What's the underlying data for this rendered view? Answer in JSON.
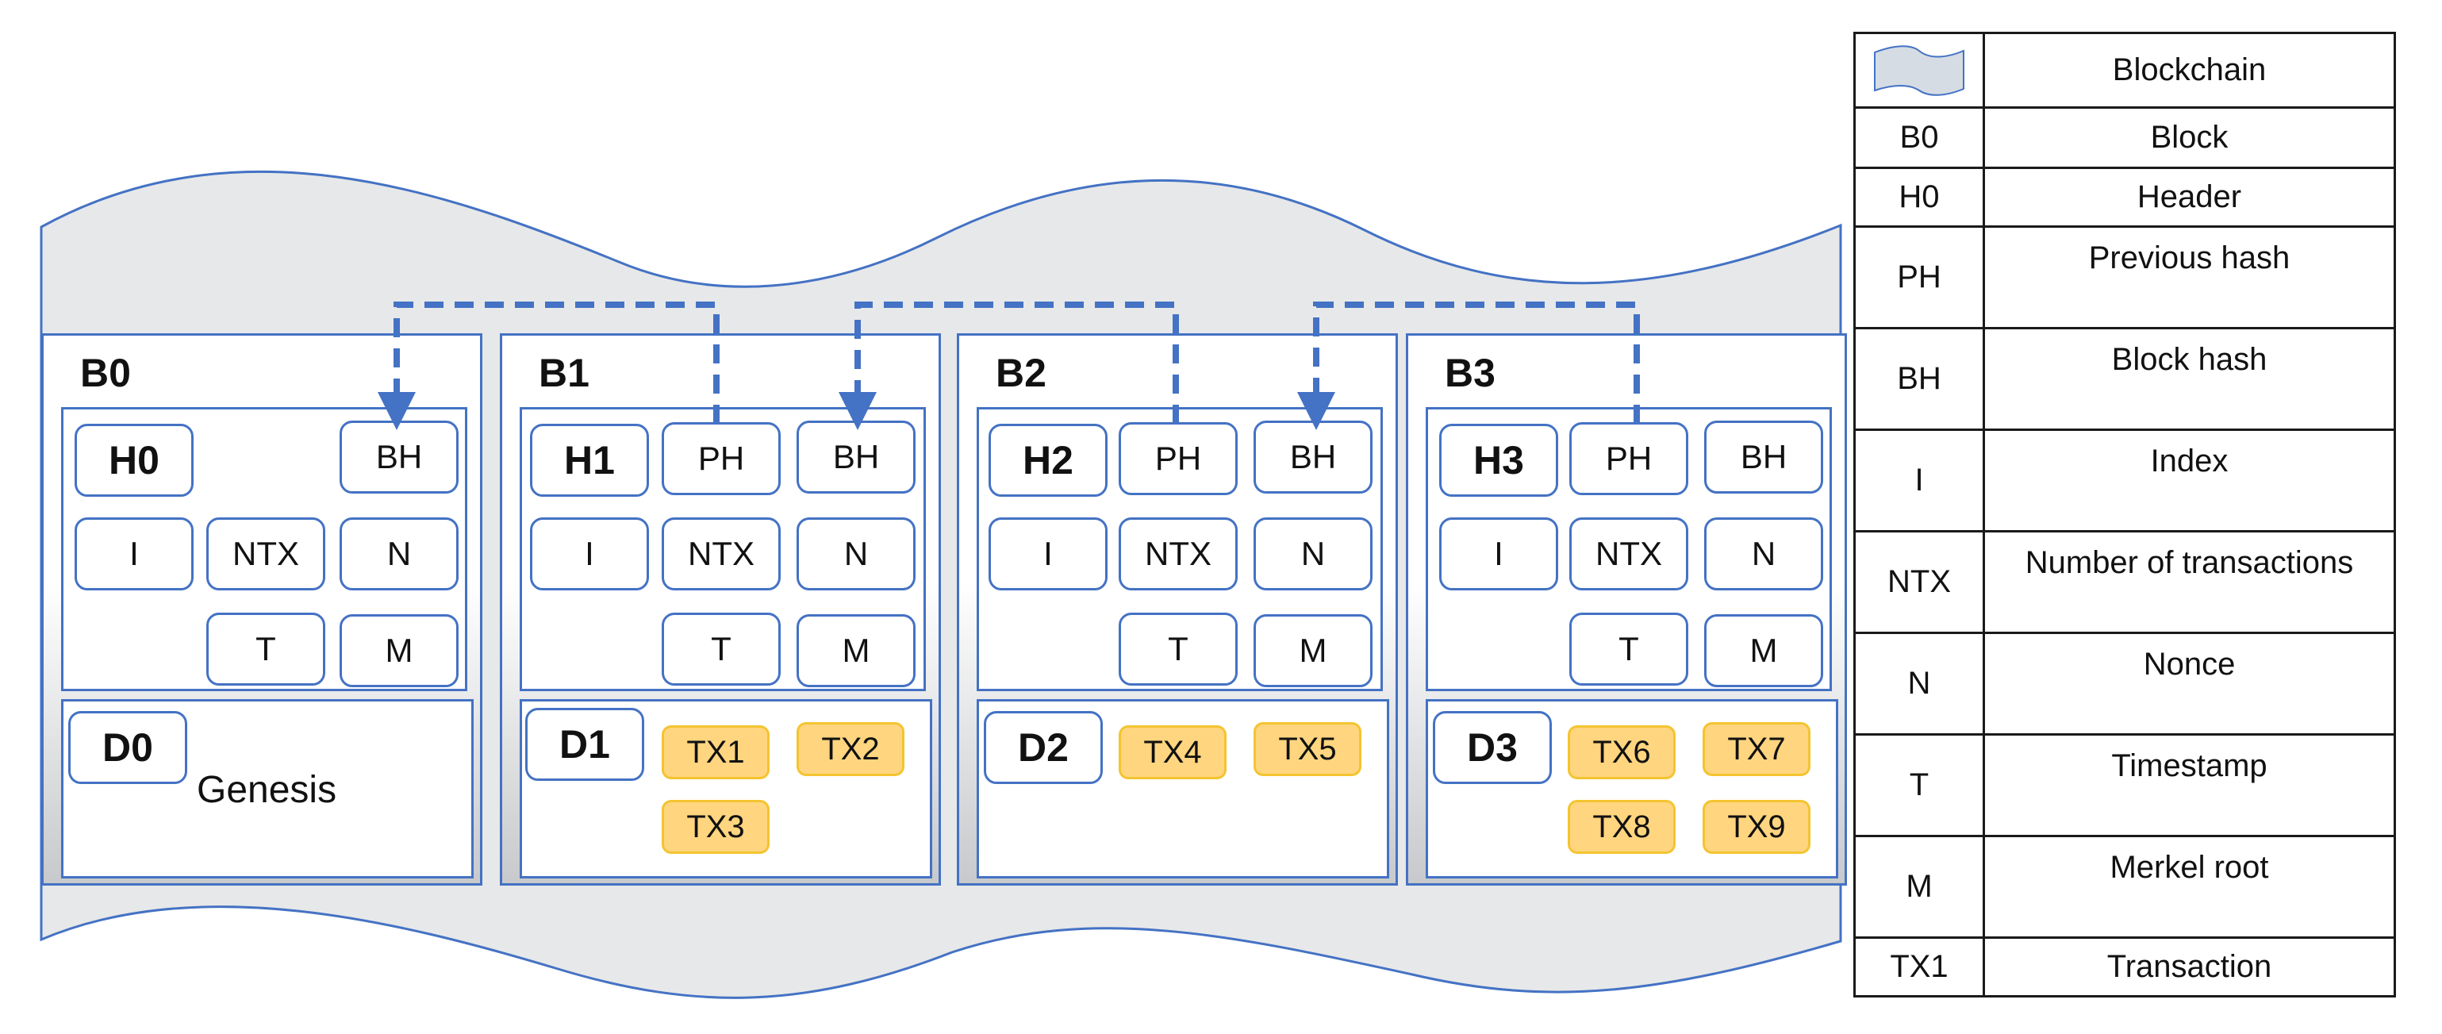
{
  "colors": {
    "border_blue": "#4472c4",
    "chain_fill": "#e7e8e9",
    "tx_fill": "#ffd57f",
    "tx_border": "#f4c430"
  },
  "blocks": [
    {
      "label": "B0",
      "header": {
        "title": "H0",
        "ph": null,
        "bh": "BH",
        "i": "I",
        "ntx": "NTX",
        "n": "N",
        "t": "T",
        "m": "M"
      },
      "data": {
        "title": "D0",
        "note": "Genesis",
        "transactions": []
      }
    },
    {
      "label": "B1",
      "header": {
        "title": "H1",
        "ph": "PH",
        "bh": "BH",
        "i": "I",
        "ntx": "NTX",
        "n": "N",
        "t": "T",
        "m": "M"
      },
      "data": {
        "title": "D1",
        "note": null,
        "transactions": [
          "TX1",
          "TX2",
          "TX3"
        ]
      }
    },
    {
      "label": "B2",
      "header": {
        "title": "H2",
        "ph": "PH",
        "bh": "BH",
        "i": "I",
        "ntx": "NTX",
        "n": "N",
        "t": "T",
        "m": "M"
      },
      "data": {
        "title": "D2",
        "note": null,
        "transactions": [
          "TX4",
          "TX5"
        ]
      }
    },
    {
      "label": "B3",
      "header": {
        "title": "H3",
        "ph": "PH",
        "bh": "BH",
        "i": "I",
        "ntx": "NTX",
        "n": "N",
        "t": "T",
        "m": "M"
      },
      "data": {
        "title": "D3",
        "note": null,
        "transactions": [
          "TX6",
          "TX7",
          "TX8",
          "TX9"
        ]
      }
    }
  ],
  "legend": [
    {
      "symbol": "flag-icon",
      "meaning": "Blockchain"
    },
    {
      "symbol": "B0",
      "meaning": "Block"
    },
    {
      "symbol": "H0",
      "meaning": "Header"
    },
    {
      "symbol": "PH",
      "meaning": "Previous hash"
    },
    {
      "symbol": "BH",
      "meaning": "Block hash"
    },
    {
      "symbol": "I",
      "meaning": "Index"
    },
    {
      "symbol": "NTX",
      "meaning": "Number of transactions"
    },
    {
      "symbol": "N",
      "meaning": "Nonce"
    },
    {
      "symbol": "T",
      "meaning": "Timestamp"
    },
    {
      "symbol": "M",
      "meaning": "Merkel root"
    },
    {
      "symbol": "TX1",
      "meaning": "Transaction"
    }
  ]
}
